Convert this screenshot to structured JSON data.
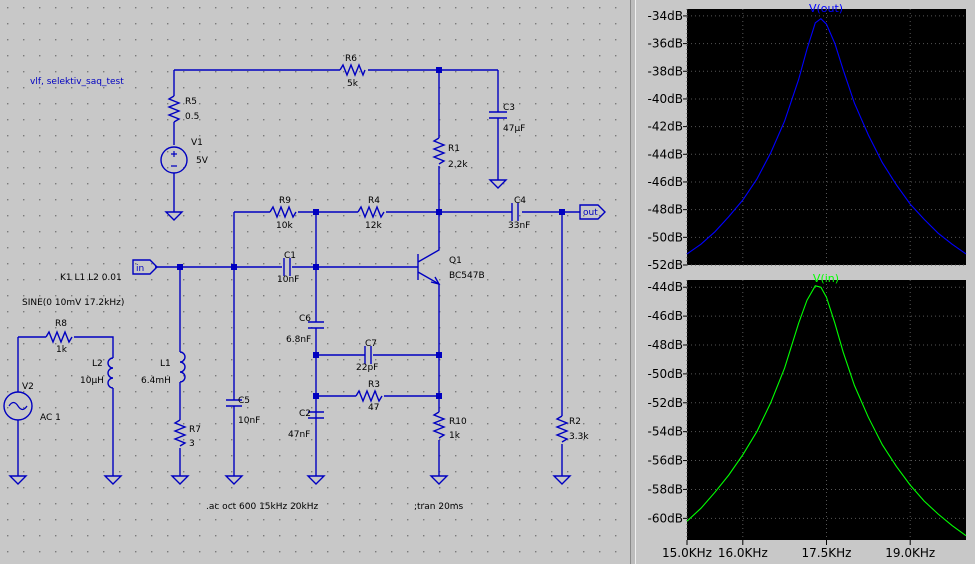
{
  "schematic": {
    "title_comment": "vlf, selektiv_saq_test",
    "components": {
      "R6": {
        "name": "R6",
        "value": "5k"
      },
      "R5": {
        "name": "R5",
        "value": "0.5"
      },
      "V1": {
        "name": "V1",
        "value": "5V"
      },
      "C3": {
        "name": "C3",
        "value": "47µF"
      },
      "R1": {
        "name": "R1",
        "value": "2.2k"
      },
      "R9": {
        "name": "R9",
        "value": "10k"
      },
      "R4": {
        "name": "R4",
        "value": "12k"
      },
      "C4": {
        "name": "C4",
        "value": "33nF"
      },
      "Q1": {
        "name": "Q1",
        "value": "BC547B"
      },
      "C1": {
        "name": "C1",
        "value": "10nF"
      },
      "C6": {
        "name": "C6",
        "value": "6.8nF"
      },
      "C7": {
        "name": "C7",
        "value": "22pF"
      },
      "R3": {
        "name": "R3",
        "value": "47"
      },
      "C2": {
        "name": "C2",
        "value": "47nF"
      },
      "R10": {
        "name": "R10",
        "value": "1k"
      },
      "R2": {
        "name": "R2",
        "value": "3.3k"
      },
      "C5": {
        "name": "C5",
        "value": "10nF"
      },
      "L1": {
        "name": "L1",
        "value": "6.4mH"
      },
      "R7": {
        "name": "R7",
        "value": "3"
      },
      "R8": {
        "name": "R8",
        "value": "1k"
      },
      "L2": {
        "name": "L2",
        "value": "10µH"
      },
      "V2": {
        "name": "V2",
        "value": "AC 1"
      }
    },
    "coupling": "K1 L1 L2 0.01",
    "source_spec": "SINE(0 10mV 17.2kHz)",
    "ports": {
      "in": "in",
      "out": "out"
    },
    "directives": {
      "ac": ".ac oct 600 15kHz 20kHz",
      "tran": ";tran 20ms"
    }
  },
  "chart_data": [
    {
      "type": "line",
      "title": "V(out)",
      "color": "#0000ff",
      "y_ticks": [
        "-34dB",
        "-36dB",
        "-38dB",
        "-40dB",
        "-42dB",
        "-44dB",
        "-46dB",
        "-48dB",
        "-50dB",
        "-52dB"
      ],
      "ylim": [
        -52,
        -33.5
      ],
      "xlim": [
        15000,
        20000
      ],
      "x": [
        15000,
        15250,
        15500,
        15750,
        16000,
        16250,
        16500,
        16750,
        17000,
        17150,
        17300,
        17400,
        17500,
        17650,
        17800,
        18000,
        18250,
        18500,
        18750,
        19000,
        19250,
        19500,
        19750,
        20000
      ],
      "y": [
        -51.2,
        -50.5,
        -49.6,
        -48.5,
        -47.3,
        -45.8,
        -43.9,
        -41.6,
        -38.6,
        -36.4,
        -34.5,
        -34.2,
        -34.6,
        -36.0,
        -37.9,
        -40.3,
        -42.6,
        -44.6,
        -46.2,
        -47.6,
        -48.7,
        -49.7,
        -50.5,
        -51.2
      ]
    },
    {
      "type": "line",
      "title": "V(in)",
      "color": "#00ff00",
      "y_ticks": [
        "-44dB",
        "-46dB",
        "-48dB",
        "-50dB",
        "-52dB",
        "-54dB",
        "-56dB",
        "-58dB",
        "-60dB"
      ],
      "ylim": [
        -61.5,
        -43.5
      ],
      "xlim": [
        15000,
        20000
      ],
      "x": [
        15000,
        15250,
        15500,
        15750,
        16000,
        16250,
        16500,
        16750,
        17000,
        17150,
        17300,
        17400,
        17500,
        17650,
        17800,
        18000,
        18250,
        18500,
        18750,
        19000,
        19250,
        19500,
        19750,
        20000
      ],
      "y": [
        -60.2,
        -59.3,
        -58.2,
        -57.0,
        -55.6,
        -54.0,
        -52.0,
        -49.6,
        -46.5,
        -44.9,
        -43.9,
        -44.0,
        -44.7,
        -46.5,
        -48.5,
        -50.8,
        -53.0,
        -54.9,
        -56.4,
        -57.7,
        -58.8,
        -59.7,
        -60.5,
        -61.2
      ]
    }
  ],
  "x_ticks": [
    {
      "label": "15.0KHz",
      "value": 15000
    },
    {
      "label": "16.0KHz",
      "value": 16000
    },
    {
      "label": "17.5KHz",
      "value": 17500
    },
    {
      "label": "19.0KHz",
      "value": 19000
    }
  ]
}
